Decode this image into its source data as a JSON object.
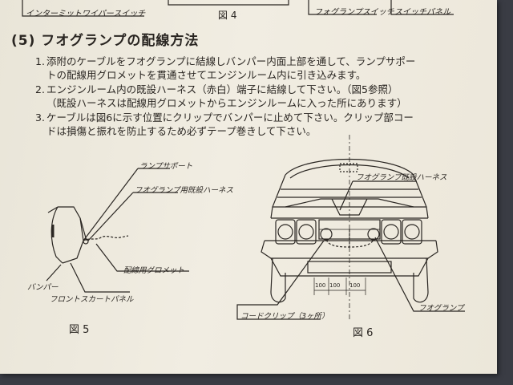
{
  "top_labels": {
    "intermittent_wiper_switch": "インターミットワイパースイッチ",
    "figure_4": "図 4",
    "fog_lamp_switch": "フォグランプスイッチ",
    "switch_panel": "スイッチパネル"
  },
  "section": {
    "heading": "(5) フオグランプの配線方法",
    "steps": [
      {
        "number": "1.",
        "lines": [
          "添附のケーブルをフオグランプに結線しバンパー内面上部を通して、ランプサポー",
          "トの配線用グロメットを貫通させてエンジンルーム内に引き込みます。"
        ]
      },
      {
        "number": "2.",
        "lines": [
          "エンジンルーム内の既設ハーネス（赤白）端子に結線して下さい。（図5参照）",
          "（既設ハーネスは配線用グロメットからエンジンルームに入った所にあります）"
        ]
      },
      {
        "number": "3.",
        "lines": [
          "ケーブルは図6に示す位置にクリップでバンパーに止めて下さい。クリップ部コー",
          "ドは損傷と振れを防止するため必ずテープ巻きして下さい。"
        ]
      }
    ]
  },
  "figure5": {
    "caption": "図 5",
    "labels": {
      "lamp_support": "ランプサポート",
      "fog_harness": "フオグランプ用既設ハーネス",
      "wiring_grommet": "配線用グロメット",
      "bumper": "バンパー",
      "front_skirt_panel": "フロントスカートパネル"
    }
  },
  "figure6": {
    "caption": "図 6",
    "labels": {
      "fog_existing_harness": "フオグランプ既設ハーネス",
      "cord_clip": "コードクリップ（3ヶ所）",
      "fog_lamp": "フオグランプ",
      "dim_left": "100",
      "dim_mid": "100",
      "dim_right": "100"
    }
  }
}
